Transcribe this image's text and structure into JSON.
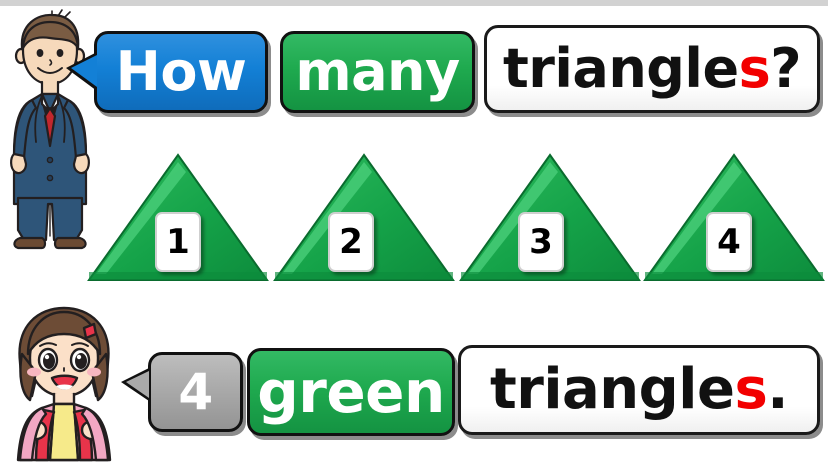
{
  "lesson": {
    "question_row": {
      "speaker": "boy-teacher",
      "cards": [
        {
          "id": "how",
          "text": "How",
          "style": "blue",
          "bubble": true
        },
        {
          "id": "many",
          "text": "many",
          "style": "green",
          "bubble": false
        },
        {
          "id": "triangles_q",
          "text": "triangle",
          "suffix": "s",
          "punct": "?",
          "style": "white",
          "bubble": false
        }
      ],
      "full_text": "How many triangles?"
    },
    "shapes_row": {
      "shape": "triangle",
      "color": "green",
      "count": 4,
      "labels": [
        "1",
        "2",
        "3",
        "4"
      ]
    },
    "answer_row": {
      "speaker": "girl-student",
      "cards": [
        {
          "id": "count",
          "text": "4",
          "style": "gray",
          "bubble": true
        },
        {
          "id": "green",
          "text": "green",
          "style": "green",
          "bubble": false
        },
        {
          "id": "triangles_a",
          "text": "triangle",
          "suffix": "s",
          "punct": ".",
          "style": "white",
          "bubble": false
        }
      ],
      "full_text": "4 green triangles."
    }
  },
  "colors": {
    "blue_card": "#1380d6",
    "green_card": "#1faa4f",
    "gray_card": "#aaaaaa",
    "white_card": "#ffffff",
    "triangle_green": "#15a349",
    "plural_s": "#f20000",
    "outline": "#111111",
    "top_bar": "#d2d2d2"
  }
}
